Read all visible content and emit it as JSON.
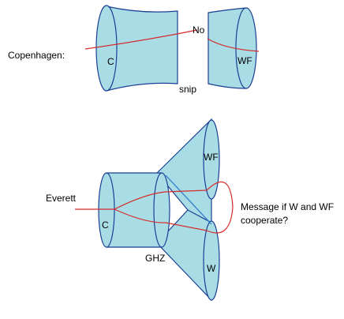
{
  "labels": {
    "copenhagen": "Copenhagen:",
    "everett": "Everett",
    "no": "No",
    "snip": "snip",
    "c_top": "C",
    "wf_top": "WF",
    "c_bottom": "C",
    "wf_bottom": "WF",
    "w_bottom": "W",
    "ghz": "GHZ",
    "message_line1": "Message if W and WF",
    "message_line2": "cooperate?"
  },
  "colors": {
    "tube_fill": "#a8dde6",
    "tube_stroke": "#1c3f94",
    "signal_line": "#d62b2b",
    "branch_line": "#2c77c8"
  }
}
